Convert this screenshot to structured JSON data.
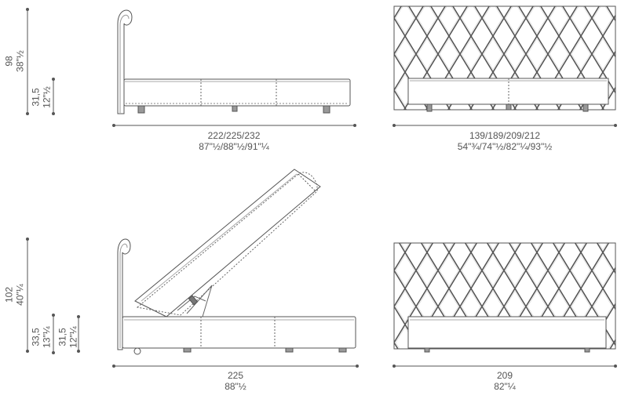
{
  "drawing": {
    "bed_a": {
      "length": {
        "cm": "222/225/232",
        "inch": "87\"½/88\"½/91\"¼"
      },
      "width": {
        "cm": "139/189/209/212",
        "inch": "54\"¾/74\"½/82\"¼/93\"½"
      },
      "total_height": {
        "cm": "98",
        "inch": "38\"½"
      },
      "frame_height": {
        "cm": "31,5",
        "inch": "12\"½"
      }
    },
    "bed_b": {
      "length": {
        "cm": "225",
        "inch": "88\"½"
      },
      "width": {
        "cm": "209",
        "inch": "82\"¼"
      },
      "total_height": {
        "cm": "102",
        "inch": "40\"¼"
      },
      "storage_height": {
        "cm": "33,5",
        "inch": "13\"¼"
      },
      "frame_height": {
        "cm": "31,5",
        "inch": "12\"¼"
      }
    }
  },
  "colors": {
    "line": "#555555",
    "stitch": "#666666",
    "background": "#ffffff"
  }
}
